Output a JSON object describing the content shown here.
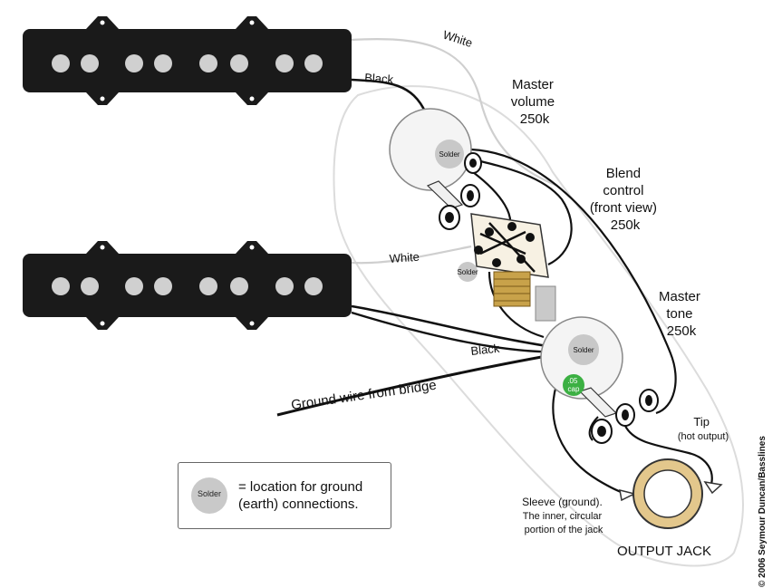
{
  "labels": {
    "white_top": "White",
    "black_top": "Black",
    "master_volume": [
      "Master",
      "volume",
      "250k"
    ],
    "blend_control": [
      "Blend",
      "control",
      "(front view)",
      "250k"
    ],
    "white_mid": "White",
    "master_tone": [
      "Master",
      "tone",
      "250k"
    ],
    "black_mid": "Black",
    "ground_wire": "Ground wire from bridge",
    "solder": "Solder",
    "cap": [
      ".05",
      "cap"
    ],
    "tip": [
      "Tip",
      "(hot output)"
    ],
    "sleeve": [
      "Sleeve (ground).",
      "The inner, circular",
      "portion of the jack"
    ],
    "output_jack": "OUTPUT JACK"
  },
  "legend": {
    "solder": "Solder",
    "text": "= location for ground (earth) connections."
  },
  "copyright": "© 2006 Seymour Duncan/Basslines",
  "colors": {
    "pickup": "#1a1a1a",
    "pole": "#d0d0d0",
    "white_wire": "#c8c8c8",
    "black_wire": "#111111",
    "solder": "#c8c8c8",
    "cap": "#3cb043",
    "jack_ring": "#e3c78c"
  }
}
